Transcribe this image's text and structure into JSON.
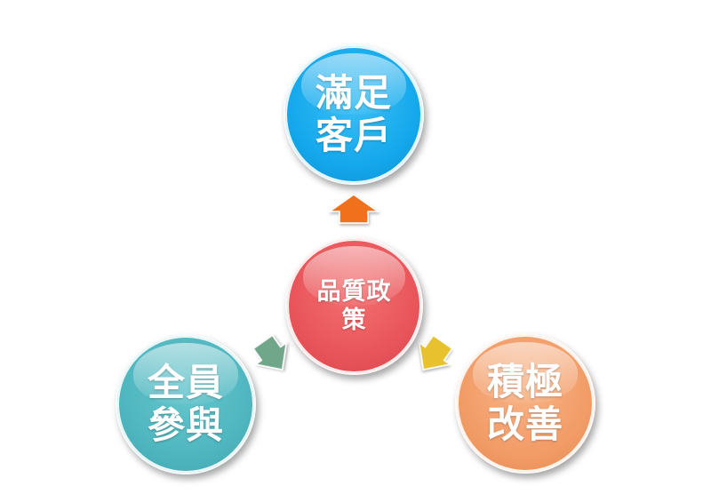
{
  "diagram": {
    "center": {
      "label": "品質政\n策",
      "color": "#e8555a"
    },
    "nodes": [
      {
        "id": "top",
        "label": "滿足\n客戶",
        "color": "#14a8ec"
      },
      {
        "id": "left",
        "label": "全員\n參與",
        "color": "#4fb6bf"
      },
      {
        "id": "right",
        "label": "積極\n改善",
        "color": "#f29c67"
      }
    ],
    "arrows": [
      {
        "to": "top",
        "color": "#f0701e"
      },
      {
        "to": "left",
        "color": "#6fa68a"
      },
      {
        "to": "right",
        "color": "#e8c22e"
      }
    ]
  }
}
